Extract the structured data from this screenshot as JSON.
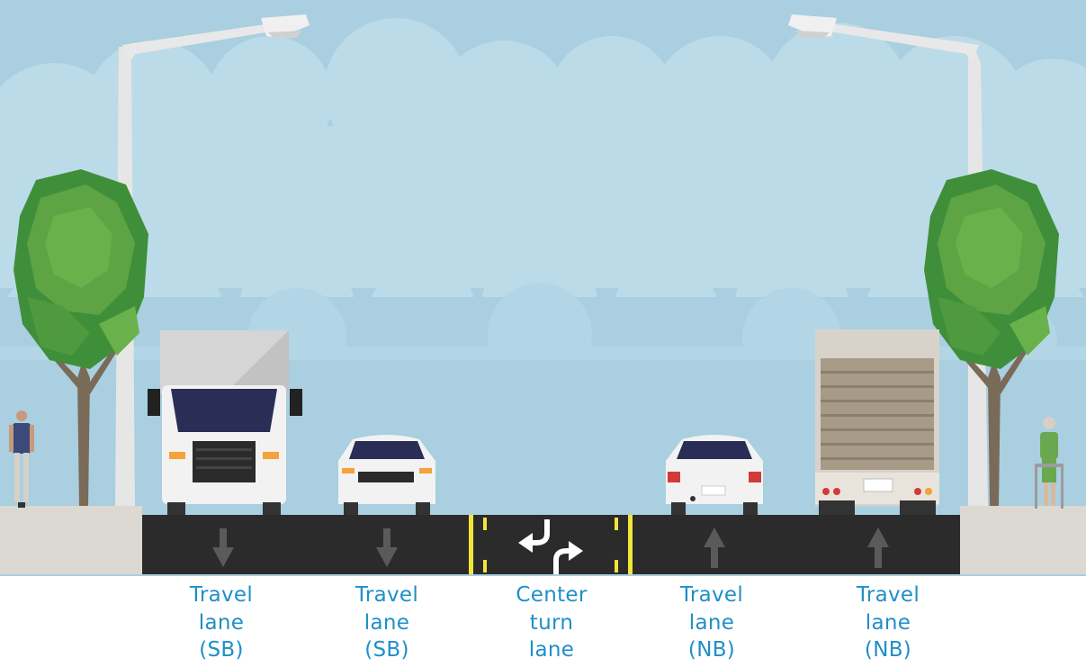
{
  "lanes": [
    {
      "line1": "Travel",
      "line2": "lane",
      "line3": "(SB)",
      "direction": "southbound"
    },
    {
      "line1": "Travel",
      "line2": "lane",
      "line3": "(SB)",
      "direction": "southbound"
    },
    {
      "line1": "Center",
      "line2": "turn",
      "line3": "lane",
      "direction": "two-way-left-turn"
    },
    {
      "line1": "Travel",
      "line2": "lane",
      "line3": "(NB)",
      "direction": "northbound"
    },
    {
      "line1": "Travel",
      "line2": "lane",
      "line3": "(NB)",
      "direction": "northbound"
    }
  ],
  "colors": {
    "sky": "#a9cfe0",
    "cloud": "#bddcea",
    "road": "#2b2b2b",
    "sidewalk": "#dcd8d2",
    "lane_marking_yellow": "#f2e53a",
    "lane_arrow": "#5a5a5a",
    "label_text": "#1f8fc9",
    "tree_dark": "#3f8f3a",
    "tree_light": "#69b14a"
  },
  "icons": [
    "street-light-icon",
    "tree-icon",
    "pedestrian-icon",
    "box-truck-icon",
    "car-icon",
    "down-arrow-icon",
    "up-arrow-icon",
    "turn-arrows-icon"
  ]
}
